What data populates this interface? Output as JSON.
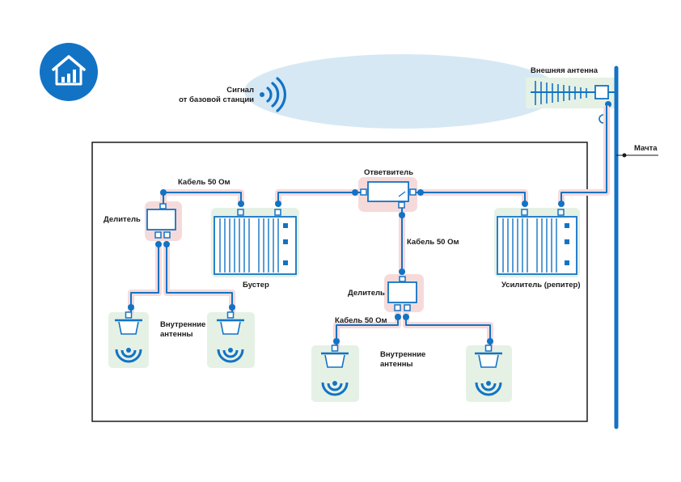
{
  "colors": {
    "accent_blue": "#1273c5",
    "pink_halo": "#f6dada",
    "green_halo": "#e5f1e5",
    "signal_ellipse": "#d6e8f4",
    "frame": "#1a1a1a"
  },
  "icons": {
    "logo": "house-chart-icon",
    "signal": "wifi-waves-icon",
    "indoor_antenna": "ceiling-antenna-icon"
  },
  "labels": {
    "signal_line1": "Сигнал",
    "signal_line2": "от базовой станции",
    "external_antenna": "Внешняя антенна",
    "mast": "Мачта",
    "coupler": "Ответвитель",
    "cable_top": "Кабель 50 Ом",
    "cable_middle": "Кабель 50 Ом",
    "cable_bottom": "Кабель 50 Ом",
    "splitter_left": "Делитель",
    "splitter_middle": "Делитель",
    "booster": "Бустер",
    "amplifier": "Усилитель (репитер)",
    "indoor_left_line1": "Внутренние",
    "indoor_left_line2": "антенны",
    "indoor_right_line1": "Внутренние",
    "indoor_right_line2": "антенны"
  }
}
